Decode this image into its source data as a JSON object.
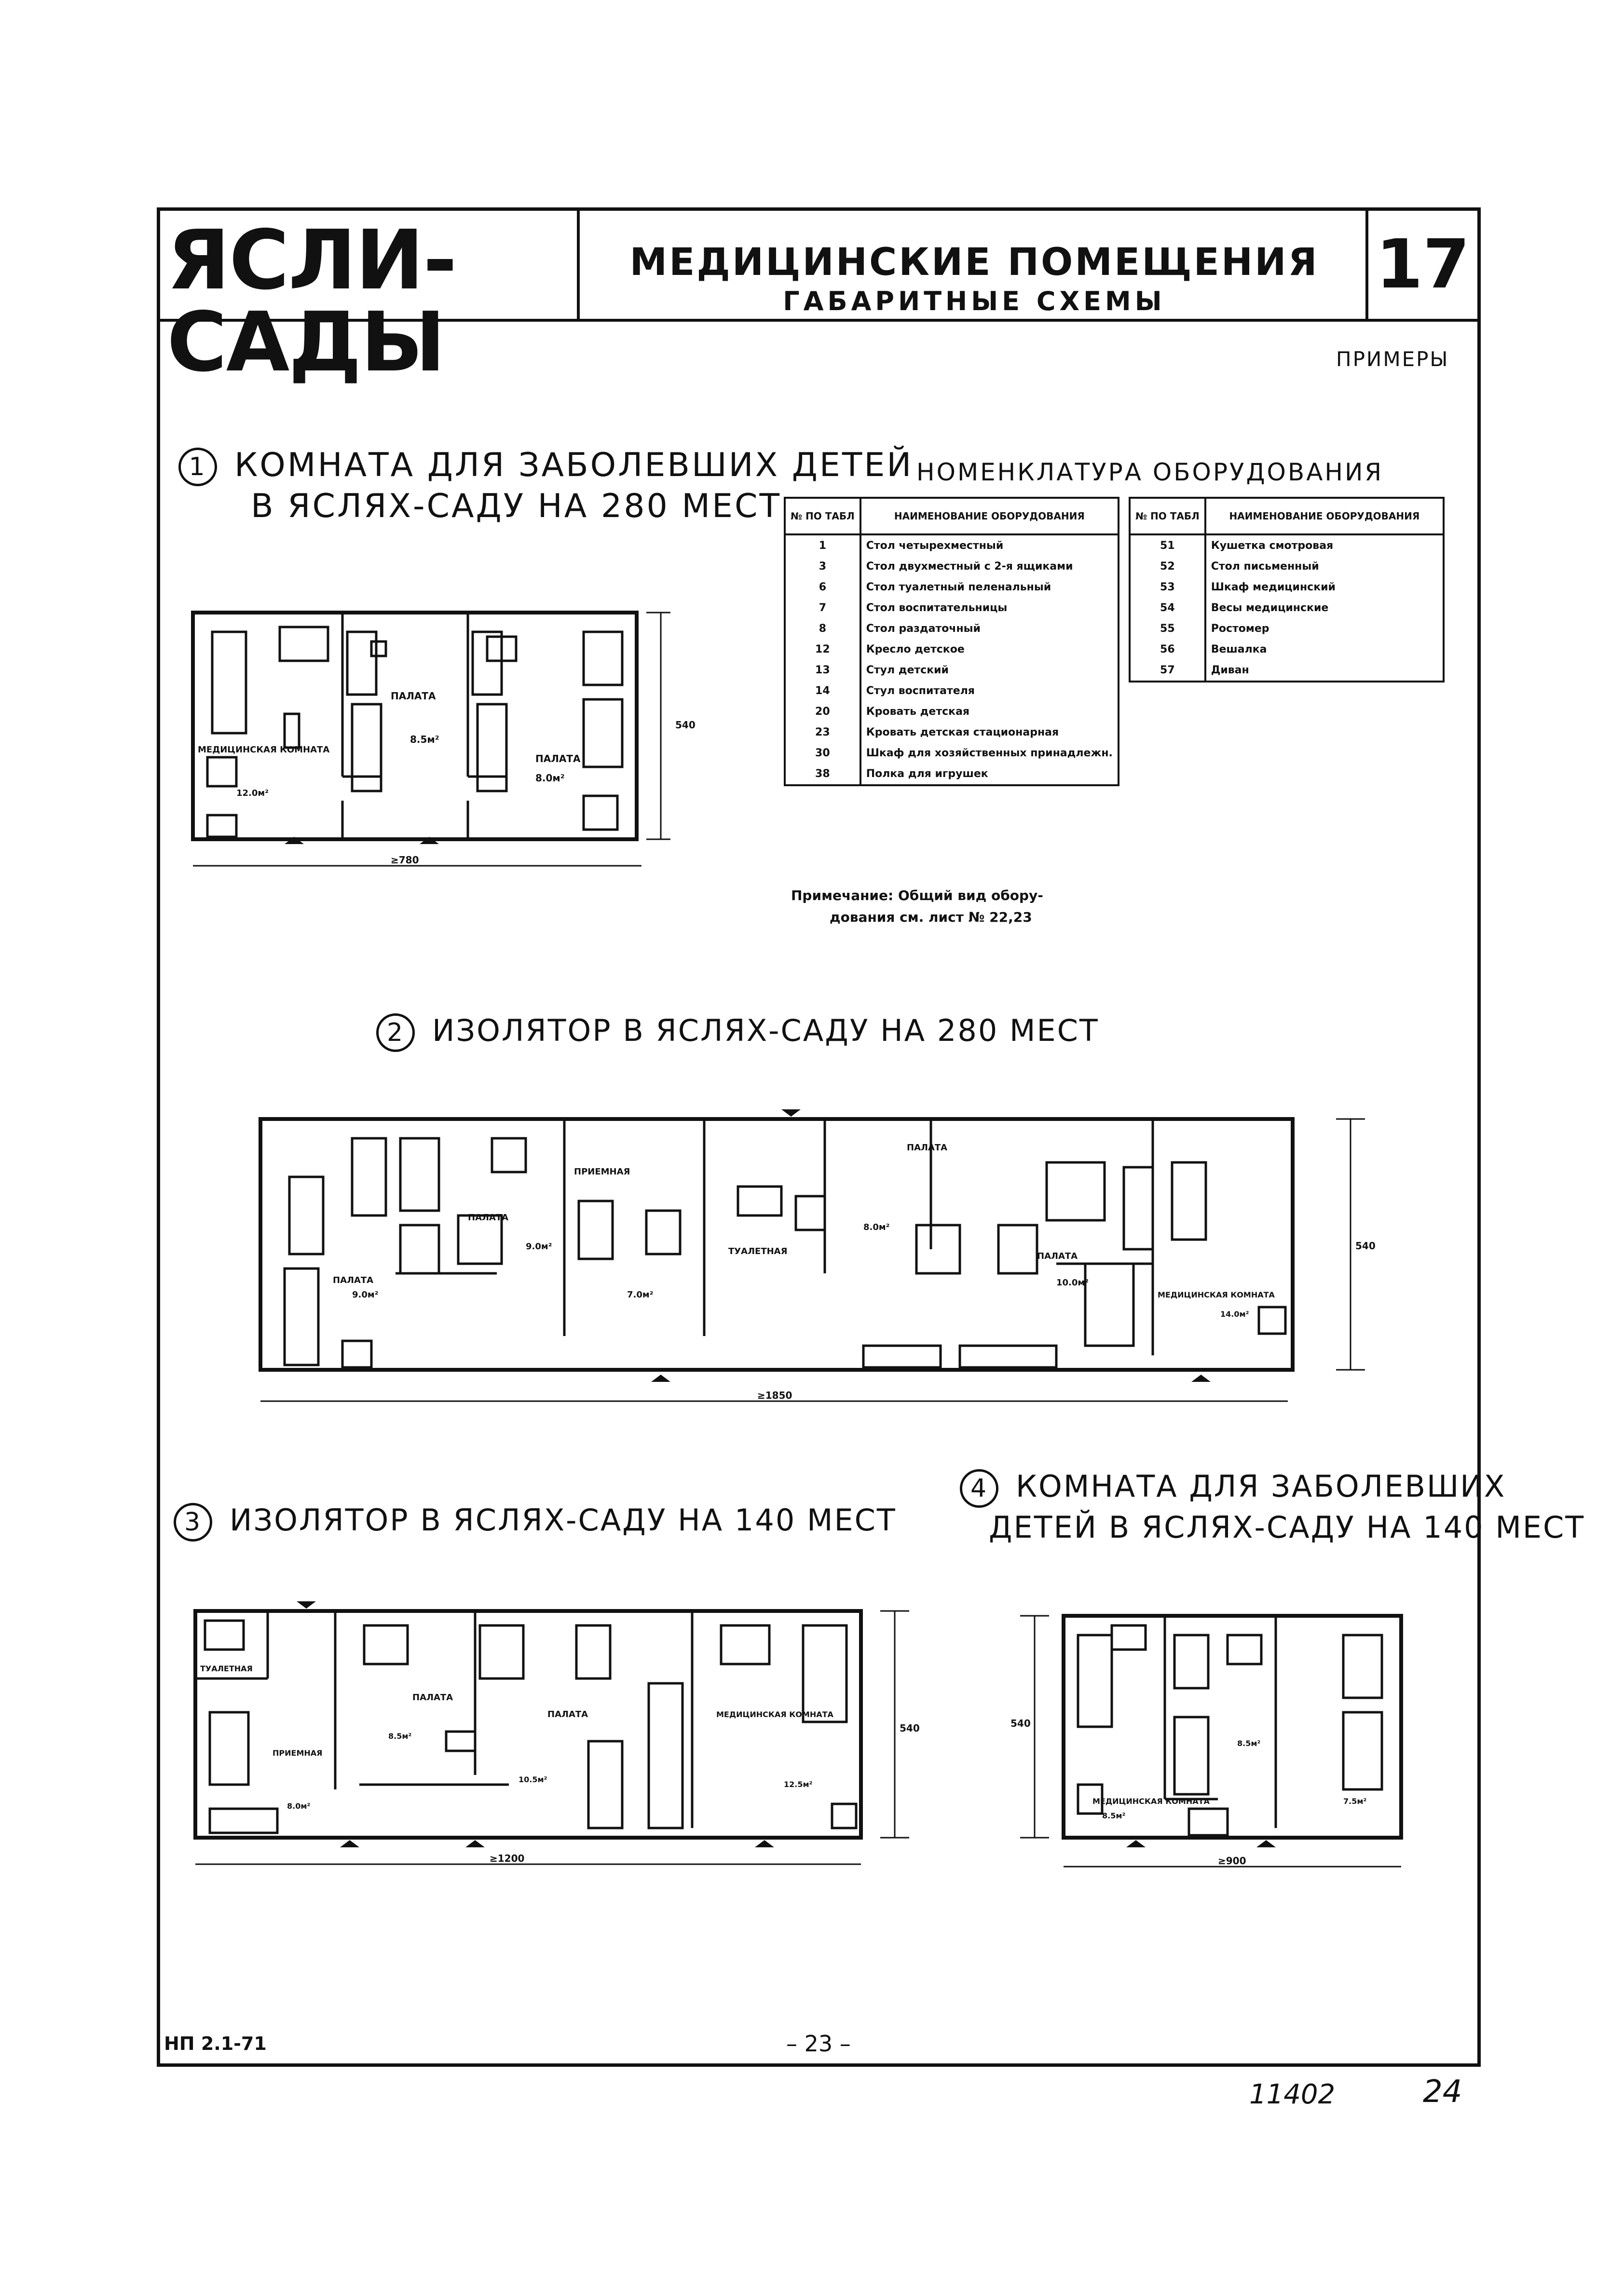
{
  "header": {
    "series": "ЯСЛИ-САДЫ",
    "title": "МЕДИЦИНСКИЕ ПОМЕЩЕНИЯ",
    "subtitle": "ГАБАРИТНЫЕ СХЕМЫ",
    "sheet": "17"
  },
  "examples_label": "ПРИМЕРЫ",
  "section1": {
    "num": "1",
    "line1": "КОМНАТА ДЛЯ ЗАБОЛЕВШИХ ДЕТЕЙ",
    "line2": "В ЯСЛЯХ-САДУ НА 280 МЕСТ"
  },
  "section2": {
    "num": "2",
    "title": "ИЗОЛЯТОР В ЯСЛЯХ-САДУ НА 280 МЕСТ"
  },
  "section3": {
    "num": "3",
    "title": "ИЗОЛЯТОР В ЯСЛЯХ-САДУ НА 140 МЕСТ"
  },
  "section4": {
    "num": "4",
    "line1": "КОМНАТА ДЛЯ ЗАБОЛЕВШИХ",
    "line2": "ДЕТЕЙ В ЯСЛЯХ-САДУ НА 140 МЕСТ"
  },
  "nomenclature": {
    "title": "НОМЕНКЛАТУРА ОБОРУДОВАНИЯ",
    "col_num": "№ ПО ТАБЛ",
    "col_name": "НАИМЕНОВАНИЕ ОБОРУДОВАНИЯ",
    "left": [
      {
        "n": "1",
        "name": "Стол четырехместный"
      },
      {
        "n": "3",
        "name": "Стол двухместный с 2-я ящиками"
      },
      {
        "n": "6",
        "name": "Стол туалетный пеленальный"
      },
      {
        "n": "7",
        "name": "Стол воспитательницы"
      },
      {
        "n": "8",
        "name": "Стол раздаточный"
      },
      {
        "n": "12",
        "name": "Кресло детское"
      },
      {
        "n": "13",
        "name": "Стул детский"
      },
      {
        "n": "14",
        "name": "Стул воспитателя"
      },
      {
        "n": "20",
        "name": "Кровать детская"
      },
      {
        "n": "23",
        "name": "Кровать детская стационарная"
      },
      {
        "n": "30",
        "name": "Шкаф для хозяйственных принадлежн."
      },
      {
        "n": "38",
        "name": "Полка для игрушек"
      }
    ],
    "right": [
      {
        "n": "51",
        "name": "Кушетка смотровая"
      },
      {
        "n": "52",
        "name": "Стол письменный"
      },
      {
        "n": "53",
        "name": "Шкаф медицинский"
      },
      {
        "n": "54",
        "name": "Весы медицинские"
      },
      {
        "n": "55",
        "name": "Ростомер"
      },
      {
        "n": "56",
        "name": "Вешалка"
      },
      {
        "n": "57",
        "name": "Диван"
      }
    ],
    "note_line1": "Примечание: Общий вид обору-",
    "note_line2": "дования см. лист № 22,23"
  },
  "plan1": {
    "room_ward": "ПАЛАТА",
    "room_ward2": "ПАЛАТА",
    "room_med": "МЕДИЦИНСКАЯ КОМНАТА",
    "area_med": "12.0м²",
    "area_ward": "8.5м²",
    "area_ward2": "8.0м²",
    "dim_w": "≥780",
    "dim_h": "540"
  },
  "plan2": {
    "rooms": [
      "ПАЛАТА",
      "ПАЛАТА",
      "ПРИЕМНАЯ",
      "ТУАЛЕТНАЯ",
      "ПАЛАТА",
      "ПАЛАТА",
      "МЕДИЦИНСКАЯ КОМНАТА"
    ],
    "areas": [
      "9.0м²",
      "9.0м²",
      "7.0м²",
      "8.0м²",
      "10.0м²",
      "14.0м²"
    ],
    "dim_w": "≥1850",
    "dim_h": "540"
  },
  "plan3": {
    "rooms": [
      "ТУАЛЕТНАЯ",
      "ПРИЕМНАЯ",
      "ПАЛАТА",
      "ПАЛАТА",
      "МЕДИЦИНСКАЯ КОМНАТА"
    ],
    "areas": [
      "8.0м²",
      "8.5м²",
      "10.5м²",
      "12.5м²"
    ],
    "dim_w": "≥1200",
    "dim_h": "540"
  },
  "plan4": {
    "rooms": [
      "МЕДИЦИНСКАЯ КОМНАТА"
    ],
    "areas": [
      "8.5м²",
      "8.5м²",
      "7.5м²"
    ],
    "dim_w": "≥900",
    "dim_h": "540"
  },
  "footer": {
    "code": "НП 2.1-71",
    "page": "– 23 –",
    "stamp": "11402",
    "sheet_no": "24"
  }
}
